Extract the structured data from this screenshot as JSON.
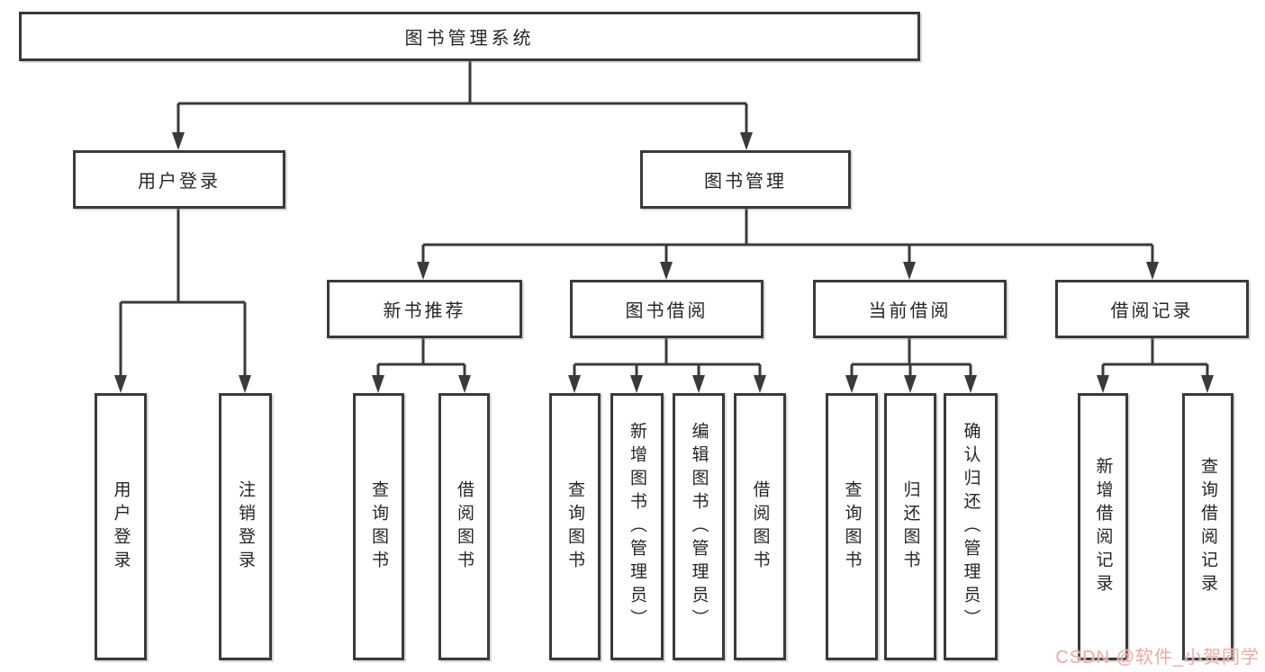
{
  "diagram_type": "hierarchy-tree",
  "colors": {
    "background": "#ffffff",
    "line": "#3a3a3a",
    "box_border": "#3a3a3a",
    "box_fill": "#ffffff",
    "text": "#262626",
    "watermark": "#f2a7a7"
  },
  "tree": {
    "label": "图书管理系统",
    "children": [
      {
        "label": "用户登录",
        "children": [
          {
            "label": "用户登录"
          },
          {
            "label": "注销登录"
          }
        ]
      },
      {
        "label": "图书管理",
        "children": [
          {
            "label": "新书推荐",
            "children": [
              {
                "label": "查询图书"
              },
              {
                "label": "借阅图书"
              }
            ]
          },
          {
            "label": "图书借阅",
            "children": [
              {
                "label": "查询图书"
              },
              {
                "label": "新增图书（管理员）"
              },
              {
                "label": "编辑图书（管理员）"
              },
              {
                "label": "借阅图书"
              }
            ]
          },
          {
            "label": "当前借阅",
            "children": [
              {
                "label": "查询图书"
              },
              {
                "label": "归还图书"
              },
              {
                "label": "确认归还（管理员）"
              }
            ]
          },
          {
            "label": "借阅记录",
            "children": [
              {
                "label": "新增借阅记录"
              },
              {
                "label": "查询借阅记录"
              }
            ]
          }
        ]
      }
    ]
  },
  "watermark": {
    "text": "CSDN @软件_小贺同学"
  }
}
